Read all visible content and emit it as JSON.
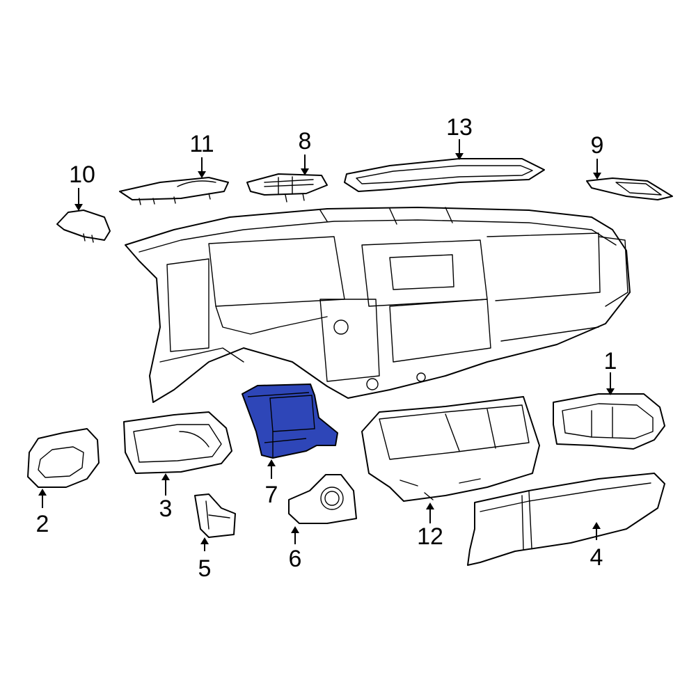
{
  "callouts": [
    {
      "id": "1",
      "label": "1"
    },
    {
      "id": "2",
      "label": "2"
    },
    {
      "id": "3",
      "label": "3"
    },
    {
      "id": "4",
      "label": "4"
    },
    {
      "id": "5",
      "label": "5"
    },
    {
      "id": "6",
      "label": "6"
    },
    {
      "id": "7",
      "label": "7"
    },
    {
      "id": "8",
      "label": "8"
    },
    {
      "id": "9",
      "label": "9"
    },
    {
      "id": "10",
      "label": "10"
    },
    {
      "id": "11",
      "label": "11"
    },
    {
      "id": "12",
      "label": "12"
    },
    {
      "id": "13",
      "label": "13"
    }
  ],
  "highlight": {
    "part": "7",
    "color": "#2E46B8"
  }
}
